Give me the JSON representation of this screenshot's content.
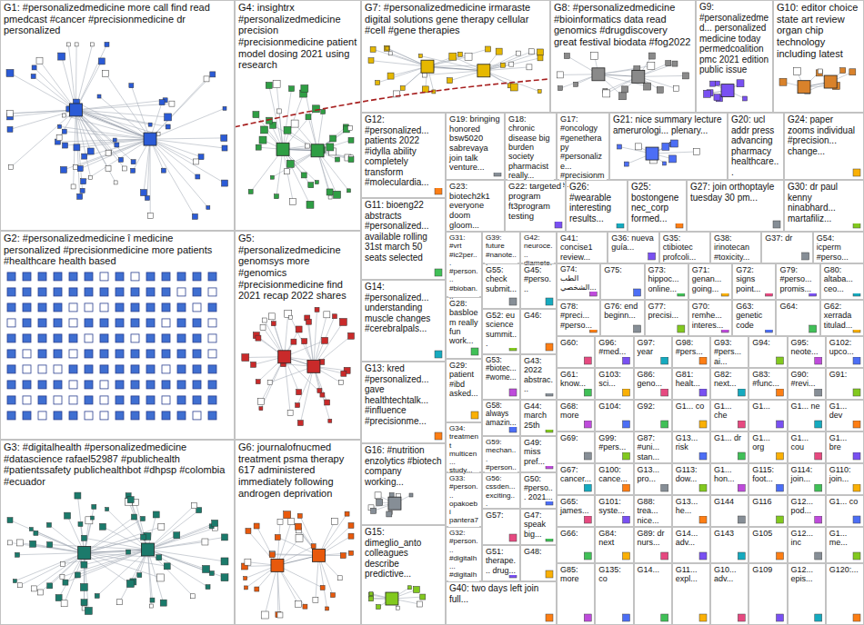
{
  "diagram": {
    "nodes": [
      {
        "text": [
          "G1: #personalizedmedicine more call find read pmedcast #cancer #precisionmedicine dr personalized"
        ]
      },
      {
        "text": [
          "G4: insightrx #personalizedmedicine precision #precisionmedicine patient model dosing 2021 using research"
        ]
      },
      {
        "text": [
          "G7: #personalizedmedicine irmaraste digital solutions gene therapy cellular #cell #gene therapies"
        ]
      },
      {
        "text": [
          "G8: #personalizedmedicine #bioinformatics data read genomics #drugdiscovery great festival biodata #fog2022"
        ]
      },
      {
        "text": [
          "G9: #personalizedmed... personalized medicine today permedcoalition pmc 2021 edition public issue"
        ]
      },
      {
        "text": [
          "G10: editor choice state art review organ chip technology including latest"
        ]
      },
      {
        "text": [
          "G12: #personalized... patients 2022 #idylla ability completely transform #moleculardia..."
        ]
      },
      {
        "text": [
          "G19: bringing honored bsw5020 sabrevaya join talk venture..."
        ]
      },
      {
        "text": [
          "G18: chronic disease big burden society pharmacist really..."
        ]
      },
      {
        "text": [
          "G17: #oncology #genetherapy #personalize... #precisionme..."
        ]
      },
      {
        "text": [
          "G21: nice summary lecture amerurologi... plenary..."
        ]
      },
      {
        "text": [
          "G20: ucl addr press advancing pharmacy healthcare..."
        ]
      },
      {
        "text": [
          "G24: paper zooms individual #precision... change..."
        ]
      },
      {
        "text": [
          "G23: biotech2k1 everyone doom gloom..."
        ]
      },
      {
        "text": [
          "G22: targeted program ft3program testing"
        ]
      },
      {
        "text": [
          "G26: #wearable interesting results..."
        ]
      },
      {
        "text": [
          "G25: bostongene nec_corp formed..."
        ]
      },
      {
        "text": [
          "G27: join orthoptayle tuesday 30 pm..."
        ]
      },
      {
        "text": [
          "G30: dr paul kenny ninabhard... martafiliz..."
        ]
      },
      {
        "text": [
          "G2: #personalizedmedicine î medicine personalized #precisionmedicine more patients #healthcare health based"
        ]
      },
      {
        "text": [
          "G5: #personalizedmedicine genomsys more #genomics #precisionmedicine find 2021 recap 2022 shares"
        ]
      },
      {
        "text": [
          "G11: bioeng22 abstracts #personalized... available rolling 31st march 50 seats selected"
        ]
      },
      {
        "text": [
          "G31: #vrt #ic2per... #person... #bioban..."
        ]
      },
      {
        "text": [
          "G39: future #nanote..."
        ]
      },
      {
        "text": [
          "G42: neuroce... diamete..."
        ]
      },
      {
        "text": [
          "G14: #personalized... understanding muscle changes #cerebralpals..."
        ]
      },
      {
        "text": [
          "G13: kred #personalized... gave healthtechtalk... #influence #precisionme..."
        ]
      },
      {
        "text": [
          "G16: #nutrition enzolytics #biotech company working..."
        ]
      },
      {
        "text": [
          "G15: dimeglio_anto colleagues describe predictive..."
        ]
      },
      {
        "text": [
          "G3: #digitalhealth #personalizedmedicine #datascience rafael52987 #publichealth #patientssafety publichealthbot #dhpsp #colombia #ecuador"
        ]
      },
      {
        "text": [
          "G6: journalofnucmed treatment psma therapy 617 administered immediately following androgen deprivation"
        ]
      },
      {
        "text": [
          "G28: basbloem really fun work..."
        ]
      },
      {
        "text": [
          "G29: patient #ibd asked..."
        ]
      },
      {
        "text": [
          "G34: treatment multicen... study..."
        ]
      },
      {
        "text": [
          "G33: #person... opakoebi pantera7..."
        ]
      },
      {
        "text": [
          "G32: #person... #digitalh... #digitalh..."
        ]
      },
      {
        "text": [
          "G40: two days left join full..."
        ]
      },
      {
        "text": [
          "G55: check submit..."
        ]
      },
      {
        "text": [
          "G52: eu science summit..."
        ]
      },
      {
        "text": [
          "G53: #biotec... #wome..."
        ]
      },
      {
        "text": [
          "G58: always amazin..."
        ]
      },
      {
        "text": [
          "G59: mechan... #person..."
        ]
      },
      {
        "text": [
          "G56: cssden... exciting..."
        ]
      },
      {
        "text": [
          "G57:"
        ]
      },
      {
        "text": [
          "G51: therape... drug..."
        ]
      },
      {
        "text": [
          "G45: #perso..."
        ]
      },
      {
        "text": [
          "G46:"
        ]
      },
      {
        "text": [
          "G43: 2022 abstrac..."
        ]
      },
      {
        "text": [
          "G44: march 25th"
        ]
      },
      {
        "text": [
          "G49: miss pref..."
        ]
      },
      {
        "text": [
          "G50: #perso... 2021..."
        ]
      },
      {
        "text": [
          "G47: speak big..."
        ]
      },
      {
        "text": [
          "G48:"
        ]
      },
      {
        "text": [
          "G41: concise1 review..."
        ]
      },
      {
        "text": [
          "G36: nueva guía..."
        ]
      },
      {
        "text": [
          "G35: ctibiotec profcoli..."
        ]
      },
      {
        "text": [
          "G38: irinotecan #toxicity..."
        ]
      },
      {
        "text": [
          "G37: dr"
        ]
      },
      {
        "text": [
          "G54: icperm #perso..."
        ]
      },
      {
        "text": [
          "G74: الطب الشخصي..."
        ]
      },
      {
        "text": [
          "G75:"
        ]
      },
      {
        "text": [
          "G73: hippoc... online..."
        ]
      },
      {
        "text": [
          "G71: genan... going..."
        ]
      },
      {
        "text": [
          "G72: signs point..."
        ]
      },
      {
        "text": [
          "G79: #perso... promis..."
        ]
      },
      {
        "text": [
          "G80: altaba... ceo..."
        ]
      },
      {
        "text": [
          "G78: #preci... #perso..."
        ]
      },
      {
        "text": [
          "G76: end beginn..."
        ]
      },
      {
        "text": [
          "G77: precisi..."
        ]
      },
      {
        "text": [
          "G70: remhe... interes..."
        ]
      },
      {
        "text": [
          "G63: genetic code"
        ]
      },
      {
        "text": [
          "G64:"
        ]
      },
      {
        "text": [
          "G62: xerrada titulad..."
        ]
      },
      {
        "text": [
          "G60:"
        ]
      },
      {
        "text": [
          "G96: #med..."
        ]
      },
      {
        "text": [
          "G97: year"
        ]
      },
      {
        "text": [
          "G98: #pers..."
        ]
      },
      {
        "text": [
          "G93: #pers... ai..."
        ]
      },
      {
        "text": [
          "G94:"
        ]
      },
      {
        "text": [
          "G95: neote..."
        ]
      },
      {
        "text": [
          "G102: upco..."
        ]
      },
      {
        "text": [
          "G61: know..."
        ]
      },
      {
        "text": [
          "G103: sci..."
        ]
      },
      {
        "text": [
          "G86: geno..."
        ]
      },
      {
        "text": [
          "G81: healt..."
        ]
      },
      {
        "text": [
          "G82: next..."
        ]
      },
      {
        "text": [
          "G83: #func..."
        ]
      },
      {
        "text": [
          "G90: #revi..."
        ]
      },
      {
        "text": [
          "G91:"
        ]
      },
      {
        "text": [
          "G68: more"
        ]
      },
      {
        "text": [
          "G104:"
        ]
      },
      {
        "text": [
          "G92:"
        ]
      },
      {
        "text": [
          "G1... co"
        ]
      },
      {
        "text": [
          "G1... che"
        ]
      },
      {
        "text": [
          "G1..."
        ]
      },
      {
        "text": [
          "G1... ne"
        ]
      },
      {
        "text": [
          "G1... dev"
        ]
      },
      {
        "text": [
          "G69:"
        ]
      },
      {
        "text": [
          "G99: #pers..."
        ]
      },
      {
        "text": [
          "G87: #uni... stan..."
        ]
      },
      {
        "text": [
          "G13... risk"
        ]
      },
      {
        "text": [
          "G1... dr"
        ]
      },
      {
        "text": [
          "G1... org"
        ]
      },
      {
        "text": [
          "G1... cou"
        ]
      },
      {
        "text": [
          "G1... bre"
        ]
      },
      {
        "text": [
          "G67: cancer..."
        ]
      },
      {
        "text": [
          "G100: cance..."
        ]
      },
      {
        "text": [
          "G13... pro..."
        ]
      },
      {
        "text": [
          "G113: dow..."
        ]
      },
      {
        "text": [
          "G1... hon..."
        ]
      },
      {
        "text": [
          "G115: foot..."
        ]
      },
      {
        "text": [
          "G114: join..."
        ]
      },
      {
        "text": [
          "G110: join..."
        ]
      },
      {
        "text": [
          "G65: james..."
        ]
      },
      {
        "text": [
          "G101: syste..."
        ]
      },
      {
        "text": [
          "G88: trea... nice..."
        ]
      },
      {
        "text": [
          "G13... he..."
        ]
      },
      {
        "text": [
          "G144"
        ]
      },
      {
        "text": [
          "G116"
        ]
      },
      {
        "text": [
          "G12... pod..."
        ]
      },
      {
        "text": [
          "G1... co"
        ]
      },
      {
        "text": [
          "G66:"
        ]
      },
      {
        "text": [
          "G84: next"
        ]
      },
      {
        "text": [
          "G89: dr nurs..."
        ]
      },
      {
        "text": [
          "G14... adv..."
        ]
      },
      {
        "text": [
          "G143"
        ]
      },
      {
        "text": [
          "G105"
        ]
      },
      {
        "text": [
          "G12... inc"
        ]
      },
      {
        "text": [
          "G1... me..."
        ]
      },
      {
        "text": [
          "G85: more"
        ]
      },
      {
        "text": [
          "G135: co"
        ]
      },
      {
        "text": [
          "G14..."
        ]
      },
      {
        "text": [
          "G11... expl..."
        ]
      },
      {
        "text": [
          "G10... adv..."
        ]
      },
      {
        "text": [
          "G109"
        ]
      },
      {
        "text": [
          "G12... epis..."
        ]
      },
      {
        "text": [
          "G120:..."
        ]
      }
    ],
    "edges": [
      {
        "from": 0,
        "to": 3,
        "arrow": "none"
      }
    ]
  }
}
